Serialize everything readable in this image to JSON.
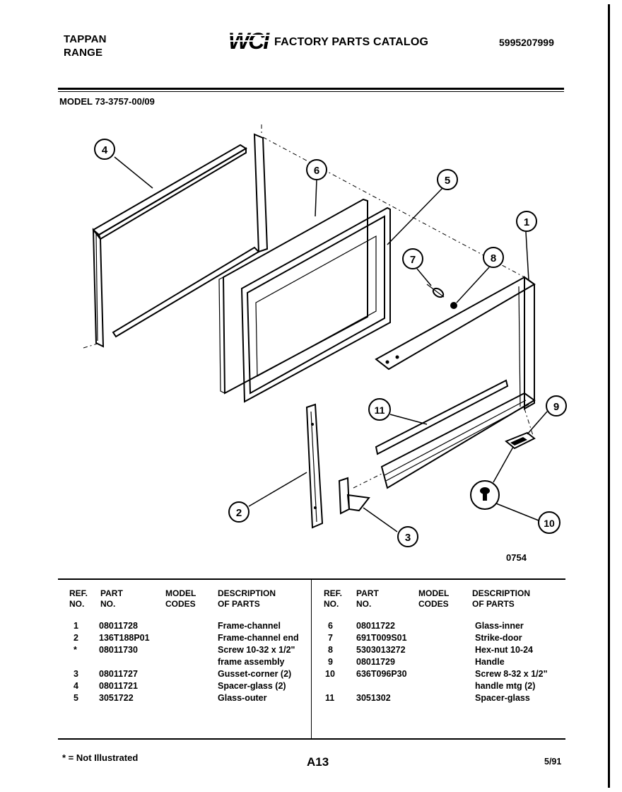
{
  "header": {
    "brand_line1": "TAPPAN",
    "brand_line2": "RANGE",
    "logo_text": "WCI",
    "catalog_title": "FACTORY PARTS CATALOG",
    "catalog_number": "5995207999",
    "model": "MODEL 73-3757-00/09"
  },
  "diagram": {
    "callouts": [
      "1",
      "2",
      "3",
      "4",
      "5",
      "6",
      "7",
      "8",
      "9",
      "10",
      "11"
    ],
    "figure_number": "0754"
  },
  "table": {
    "headers": {
      "ref_no": [
        "REF.",
        "NO."
      ],
      "part_no": [
        "PART",
        "NO."
      ],
      "model_codes": [
        "MODEL",
        "CODES"
      ],
      "description": [
        "DESCRIPTION",
        "OF PARTS"
      ]
    },
    "left_rows": [
      {
        "ref": "1",
        "part": "08011728",
        "model": "",
        "desc": "Frame-channel"
      },
      {
        "ref": "2",
        "part": "136T188P01",
        "model": "",
        "desc": "Frame-channel end"
      },
      {
        "ref": "*",
        "part": "08011730",
        "model": "",
        "desc": "Screw 10-32 x 1/2\""
      },
      {
        "ref": "",
        "part": "",
        "model": "",
        "desc": "frame assembly"
      },
      {
        "ref": "3",
        "part": "08011727",
        "model": "",
        "desc": "Gusset-corner (2)"
      },
      {
        "ref": "4",
        "part": "08011721",
        "model": "",
        "desc": "Spacer-glass (2)"
      },
      {
        "ref": "5",
        "part": "3051722",
        "model": "",
        "desc": "Glass-outer"
      }
    ],
    "right_rows": [
      {
        "ref": "6",
        "part": "08011722",
        "model": "",
        "desc": "Glass-inner"
      },
      {
        "ref": "7",
        "part": "691T009S01",
        "model": "",
        "desc": "Strike-door"
      },
      {
        "ref": "8",
        "part": "5303013272",
        "model": "",
        "desc": "Hex-nut 10-24"
      },
      {
        "ref": "9",
        "part": "08011729",
        "model": "",
        "desc": "Handle"
      },
      {
        "ref": "10",
        "part": "636T096P30",
        "model": "",
        "desc": "Screw 8-32 x 1/2\""
      },
      {
        "ref": "",
        "part": "",
        "model": "",
        "desc": "handle mtg (2)"
      },
      {
        "ref": "11",
        "part": "3051302",
        "model": "",
        "desc": "Spacer-glass"
      }
    ]
  },
  "footer": {
    "note": "* = Not Illustrated",
    "page": "A13",
    "date": "5/91"
  }
}
